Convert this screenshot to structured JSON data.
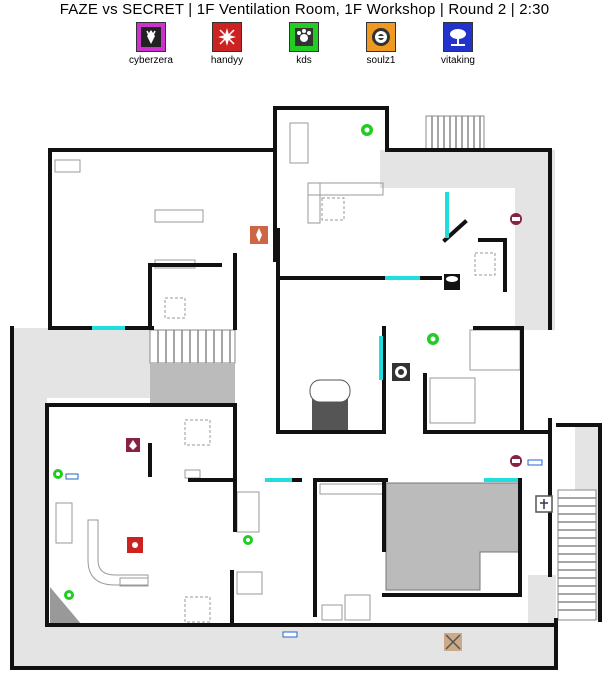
{
  "header": {
    "title": "FAZE vs SECRET  |  1F Ventilation Room, 1F Workshop  |  Round 2  |  2:30"
  },
  "players": [
    {
      "name": "cyberzera",
      "color": "#cc33cc",
      "icon": "stag-emblem-icon"
    },
    {
      "name": "handyy",
      "color": "#cc2222",
      "icon": "burst-emblem-icon"
    },
    {
      "name": "kds",
      "color": "#22cc22",
      "icon": "paw-emblem-icon"
    },
    {
      "name": "soulz1",
      "color": "#ee9922",
      "icon": "target-emblem-icon"
    },
    {
      "name": "vitaking",
      "color": "#2233cc",
      "icon": "tree-emblem-icon"
    }
  ],
  "colors": {
    "wall": "#111111",
    "window": "#22dddd",
    "outdoor": "#e4e4e4",
    "stairs": "#999999",
    "hatch": "#bbbbbb",
    "dark_obstacle": "#555555"
  }
}
